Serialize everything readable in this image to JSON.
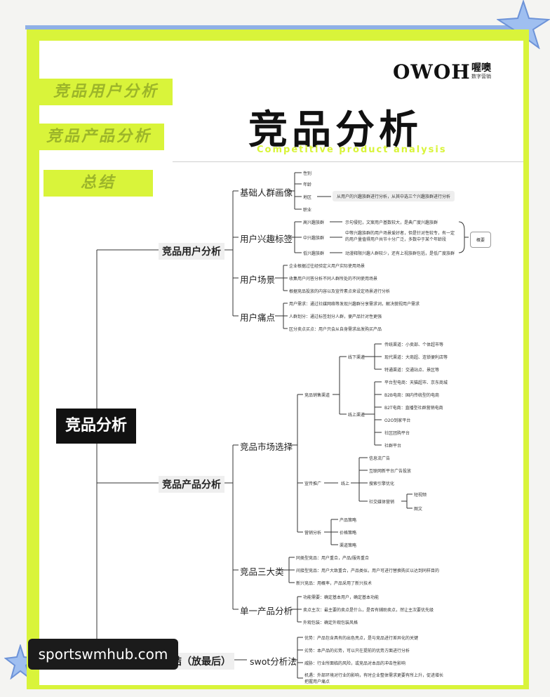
{
  "side_tabs": [
    "竞品用户分析",
    "竞品产品分析",
    "总结"
  ],
  "logo": {
    "text": "OWOH",
    "cn": "喔噢",
    "sub": "数字营销"
  },
  "title": "竞品分析",
  "subtitle": "Competitive product analysis",
  "root": "竞品分析",
  "branches": {
    "user": "竞品用户分析",
    "product": "竞品产品分析",
    "summary": "总结（放最后）"
  },
  "user": {
    "portrait": {
      "label": "基础人群画像",
      "items": [
        "性别",
        "年龄",
        "地区",
        "职业"
      ],
      "note": "从用户的兴趣族群进行分析，从其中选三个兴趣族群进行分析"
    },
    "interest": {
      "label": "用户兴趣标签",
      "items": [
        {
          "name": "高兴趣族群",
          "desc": "示句侵犯，文案用户基数较大，是典广度兴趣族群"
        },
        {
          "name": "中兴趣族群",
          "desc": "中等兴趣族群的用户场景爱好者，但是针对性较专，有一定的用户量值得用户共节十分广泛，多数中于某个年龄段"
        },
        {
          "name": "低兴趣族群",
          "desc": "动漫释限兴趣人群较少，还有上视族群包括，是低广度族群"
        }
      ],
      "summary": "概要"
    },
    "scene": {
      "label": "用户场景",
      "items": [
        "企业根据过往经验定义用户实际使用场景",
        "收集用户问答分析不同人群所处的不同使用场景",
        "根据竞品投放的内容以及宣传素点来设定场景进行分析"
      ]
    },
    "pain": {
      "label": "用户痛点",
      "items": [
        "用户需求：通过社媒网络等发现兴趣群分享需求词，解决貌视用户需求",
        "人群划分：通过标签划分人群，便产品针对性更强",
        "区分卖点买点：用户只会从自身需求出发购买产品"
      ]
    }
  },
  "product": {
    "market": {
      "label": "竞品市场选择",
      "channel": "竞品销售渠道",
      "offline": "线下渠道",
      "offline_items": [
        "传统渠道：小卖部、个体超市等",
        "现代渠道：大商超、连锁便利店等",
        "特通渠道：交通站点、景区等"
      ],
      "online": "线上渠道",
      "online_items": [
        "平台型电商：天猫超市、京东商城",
        "B2B电商：国内传统型的电商",
        "B2T电商：直播型社群营销电商",
        "O2O到家平台",
        "社区团购平台",
        "社群平台"
      ],
      "promo": "宣传推广",
      "promo_online": "线上",
      "promo_items": [
        "信息流广告",
        "互联网新平台广告投放",
        "搜索引擎优化",
        "社交媒体营销"
      ],
      "social_items": [
        "短视频",
        "图文"
      ],
      "marketing": "营销分析",
      "marketing_items": [
        "产品策略",
        "价格策略",
        "渠道策略"
      ]
    },
    "three": {
      "label": "竞品三大类",
      "items": [
        "同类型竞品：用户重合，产品/服务重合",
        "间接型竞品：用户大致重合，产品类似，用户可进行替换购买以达到同样目的",
        "新兴竞品：用概率，产品采用了新兴技术"
      ]
    },
    "single": {
      "label": "单一产品分析",
      "items": [
        "功能需要：确定基本用户，确定基本功能",
        "卖点主次：最主要的卖点是什么，是否有辅助卖点，然让主次要优先级",
        "外观包装：确定外观包装风格"
      ]
    }
  },
  "summary": {
    "method": "swot分析法",
    "items": [
      "优势：产品包含具有的出色亮点，是与竞品进行差异化的关键",
      "劣势：本产品的劣势，可以只在提前的优势方面进行分析",
      "威胁：行业所面临的风险，或竞品对本品的冲击性影响",
      "机遇：外部环境对行业的影响，有时企业整体需求更要有所上升，促进增长把握用户痛点"
    ]
  },
  "watermark": "sportswmhub.com",
  "colors": {
    "accent": "#d9f43a",
    "blue": "#8fb0e6",
    "dark": "#111111"
  }
}
